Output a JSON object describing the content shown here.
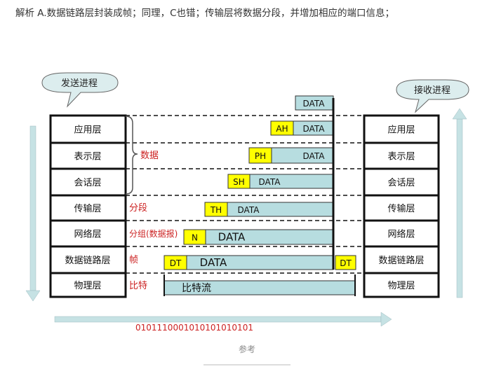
{
  "explanation": "解析 A.数据链路层封装成帧；同理，C也错；传输层将数据分段，并增加相应的端口信息；",
  "caption": "参考",
  "diagram": {
    "sender_label": "发送进程",
    "receiver_label": "接收进程",
    "layers": [
      "应用层",
      "表示层",
      "会话层",
      "传输层",
      "网络层",
      "数据链路层",
      "物理层"
    ],
    "unit_labels": {
      "data": "数据",
      "segment": "分段",
      "packet": "分组(数据报)",
      "frame": "帧",
      "bits": "比特"
    },
    "packets": [
      {
        "header": "",
        "payload": "DATA"
      },
      {
        "header": "AH",
        "payload": "DATA"
      },
      {
        "header": "PH",
        "payload": "DATA"
      },
      {
        "header": "SH",
        "payload": "DATA"
      },
      {
        "header": "TH",
        "payload": "DATA"
      },
      {
        "header": "N",
        "payload": "DATA"
      },
      {
        "header": "DT",
        "payload": "DATA",
        "trailer": "DT"
      },
      {
        "header": "",
        "payload": "比特流"
      }
    ],
    "bitstream": "0101110001010101010101",
    "colors": {
      "header": "#ffff00",
      "payload": "#b7dde0",
      "bubble": "#dcedee",
      "arrow": "#c6e2e4",
      "label": "#cc2222",
      "bits": "#cc2222"
    }
  }
}
